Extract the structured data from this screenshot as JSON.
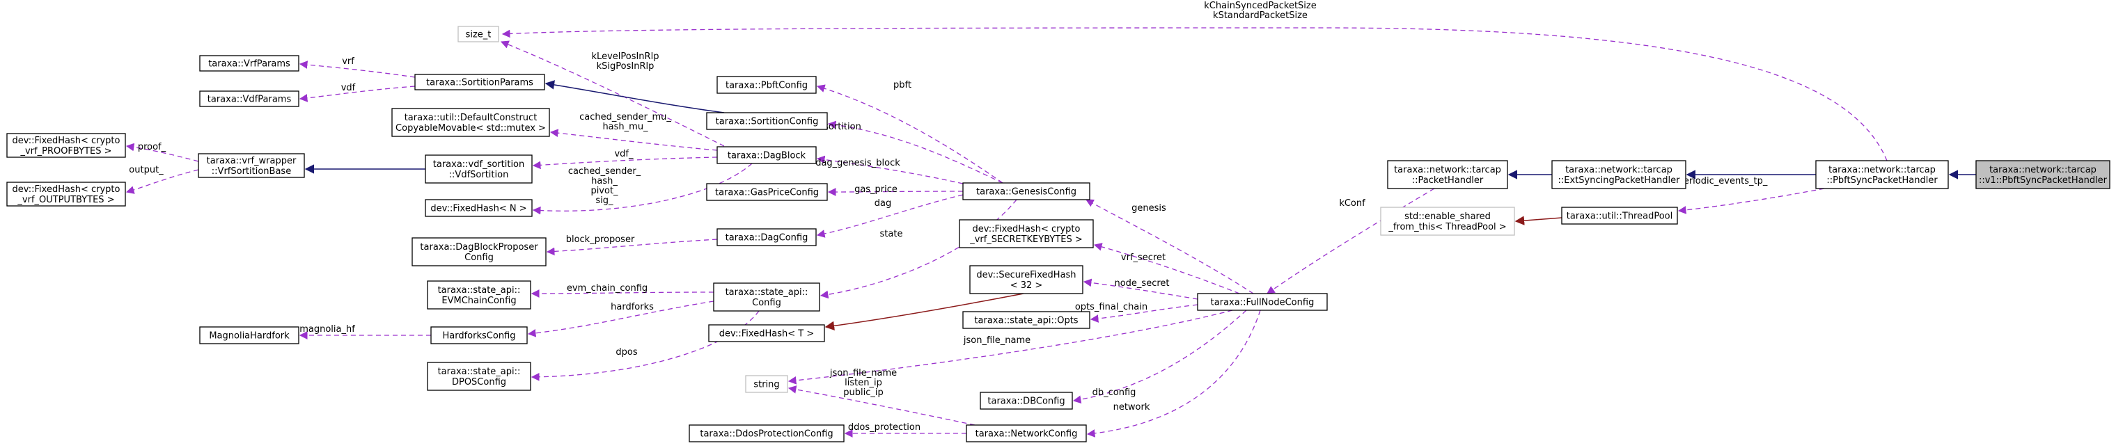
{
  "nodes": [
    {
      "id": "size_t",
      "lines": [
        "size_t"
      ],
      "external": true
    },
    {
      "id": "VrfParams",
      "lines": [
        "taraxa::VrfParams"
      ]
    },
    {
      "id": "VdfParams",
      "lines": [
        "taraxa::VdfParams"
      ]
    },
    {
      "id": "SortitionParams",
      "lines": [
        "taraxa::SortitionParams"
      ]
    },
    {
      "id": "FixedHashProof",
      "lines": [
        "dev::FixedHash< crypto",
        "_vrf_PROOFBYTES >"
      ]
    },
    {
      "id": "FixedHashOutput",
      "lines": [
        "dev::FixedHash< crypto",
        "_vrf_OUTPUTBYTES >"
      ]
    },
    {
      "id": "VrfSortitionBase",
      "lines": [
        "taraxa::vrf_wrapper",
        "::VrfSortitionBase"
      ]
    },
    {
      "id": "DefaultConstruct",
      "lines": [
        "taraxa::util::DefaultConstruct",
        "CopyableMovable< std::mutex >"
      ]
    },
    {
      "id": "VdfSortition",
      "lines": [
        "taraxa::vdf_sortition",
        "::VdfSortition"
      ]
    },
    {
      "id": "FixedHashN",
      "lines": [
        "dev::FixedHash< N >"
      ]
    },
    {
      "id": "DagBlockProposerConfig",
      "lines": [
        "taraxa::DagBlockProposer",
        "Config"
      ]
    },
    {
      "id": "EVMChainConfig",
      "lines": [
        "taraxa::state_api::",
        "EVMChainConfig"
      ]
    },
    {
      "id": "MagnoliaHardfork",
      "lines": [
        "MagnoliaHardfork"
      ]
    },
    {
      "id": "HardforksConfig",
      "lines": [
        "HardforksConfig"
      ]
    },
    {
      "id": "DPOSConfig",
      "lines": [
        "taraxa::state_api::",
        "DPOSConfig"
      ]
    },
    {
      "id": "PbftConfig",
      "lines": [
        "taraxa::PbftConfig"
      ]
    },
    {
      "id": "SortitionConfig",
      "lines": [
        "taraxa::SortitionConfig"
      ]
    },
    {
      "id": "DagBlock",
      "lines": [
        "taraxa::DagBlock"
      ]
    },
    {
      "id": "GasPriceConfig",
      "lines": [
        "taraxa::GasPriceConfig"
      ]
    },
    {
      "id": "DagConfig",
      "lines": [
        "taraxa::DagConfig"
      ]
    },
    {
      "id": "StateApiConfig",
      "lines": [
        "taraxa::state_api::",
        "Config"
      ]
    },
    {
      "id": "GenesisConfig",
      "lines": [
        "taraxa::GenesisConfig"
      ]
    },
    {
      "id": "FixedHashSecretKey",
      "lines": [
        "dev::FixedHash< crypto",
        "_vrf_SECRETKEYBYTES >"
      ]
    },
    {
      "id": "SecureFixedHash",
      "lines": [
        "dev::SecureFixedHash",
        "< 32 >"
      ]
    },
    {
      "id": "FixedHashT",
      "lines": [
        "dev::FixedHash< T >"
      ]
    },
    {
      "id": "Opts",
      "lines": [
        "taraxa::state_api::Opts"
      ]
    },
    {
      "id": "string",
      "lines": [
        "string"
      ],
      "external": true
    },
    {
      "id": "DBConfig",
      "lines": [
        "taraxa::DBConfig"
      ]
    },
    {
      "id": "DdosProtectionConfig",
      "lines": [
        "taraxa::DdosProtectionConfig"
      ]
    },
    {
      "id": "NetworkConfig",
      "lines": [
        "taraxa::NetworkConfig"
      ]
    },
    {
      "id": "FullNodeConfig",
      "lines": [
        "taraxa::FullNodeConfig"
      ]
    },
    {
      "id": "PacketHandler",
      "lines": [
        "taraxa::network::tarcap",
        "::PacketHandler"
      ]
    },
    {
      "id": "ExtSyncingPacketHandler",
      "lines": [
        "taraxa::network::tarcap",
        "::ExtSyncingPacketHandler"
      ]
    },
    {
      "id": "EnableShared",
      "lines": [
        "std::enable_shared",
        "_from_this< ThreadPool >"
      ],
      "external": true
    },
    {
      "id": "ThreadPool",
      "lines": [
        "taraxa::util::ThreadPool"
      ]
    },
    {
      "id": "PbftSyncPacketHandler",
      "lines": [
        "taraxa::network::tarcap",
        "::PbftSyncPacketHandler"
      ]
    },
    {
      "id": "V1PbftSyncPacketHandler",
      "lines": [
        "taraxa::network::tarcap",
        "::v1::PbftSyncPacketHandler"
      ],
      "highlighted": true
    }
  ],
  "edges": [
    {
      "id": "e-kchain",
      "type": "use",
      "label": [
        "kChainSyncedPacketSize",
        "kStandardPacketSize"
      ]
    },
    {
      "id": "e-klevel",
      "type": "use",
      "label": [
        "kLevelPosInRlp",
        "kSigPosInRlp"
      ]
    },
    {
      "id": "e-vrf",
      "type": "use",
      "label": [
        "vrf"
      ]
    },
    {
      "id": "e-vdf-params",
      "type": "use",
      "label": [
        "vdf"
      ]
    },
    {
      "id": "e-proof",
      "type": "use",
      "label": [
        "proof_"
      ]
    },
    {
      "id": "e-output",
      "type": "use",
      "label": [
        "output_"
      ]
    },
    {
      "id": "e-inh-sortparams",
      "type": "inheritance",
      "label": []
    },
    {
      "id": "e-inh-vrfbase",
      "type": "inheritance",
      "label": []
    },
    {
      "id": "e-mutex",
      "type": "use",
      "label": [
        "cached_sender_mu_",
        "hash_mu_"
      ]
    },
    {
      "id": "e-vdf-block",
      "type": "use",
      "label": [
        "vdf_"
      ]
    },
    {
      "id": "e-cached",
      "type": "use",
      "label": [
        "cached_sender_",
        "hash_",
        "pivot_",
        "sig_"
      ]
    },
    {
      "id": "e-pbft",
      "type": "use",
      "label": [
        "pbft"
      ]
    },
    {
      "id": "e-sortition",
      "type": "use",
      "label": [
        "sortition"
      ]
    },
    {
      "id": "e-dag-genesis",
      "type": "use",
      "label": [
        "dag_genesis_block"
      ]
    },
    {
      "id": "e-gas",
      "type": "use",
      "label": [
        "gas_price"
      ]
    },
    {
      "id": "e-dag",
      "type": "use",
      "label": [
        "dag"
      ]
    },
    {
      "id": "e-state",
      "type": "use",
      "label": [
        "state"
      ]
    },
    {
      "id": "e-block-proposer",
      "type": "use",
      "label": [
        "block_proposer"
      ]
    },
    {
      "id": "e-evm",
      "type": "use",
      "label": [
        "evm_chain_config"
      ]
    },
    {
      "id": "e-hardforks",
      "type": "use",
      "label": [
        "hardforks"
      ]
    },
    {
      "id": "e-magnolia",
      "type": "use",
      "label": [
        "magnolia_hf"
      ]
    },
    {
      "id": "e-dpos",
      "type": "use",
      "label": [
        "dpos"
      ]
    },
    {
      "id": "e-genesis",
      "type": "use",
      "label": [
        "genesis"
      ]
    },
    {
      "id": "e-vrf-secret",
      "type": "use",
      "label": [
        "vrf_secret"
      ]
    },
    {
      "id": "e-node-secret",
      "type": "use",
      "label": [
        "node_secret"
      ]
    },
    {
      "id": "e-tpl-fixedhash",
      "type": "template",
      "label": []
    },
    {
      "id": "e-opts",
      "type": "use",
      "label": [
        "opts_final_chain"
      ]
    },
    {
      "id": "e-json",
      "type": "use",
      "label": [
        "json_file_name"
      ]
    },
    {
      "id": "e-db",
      "type": "use",
      "label": [
        "db_config"
      ]
    },
    {
      "id": "e-network",
      "type": "use",
      "label": [
        "network"
      ]
    },
    {
      "id": "e-netstrings",
      "type": "use",
      "label": [
        "json_file_name",
        "listen_ip",
        "public_ip"
      ]
    },
    {
      "id": "e-ddos",
      "type": "use",
      "label": [
        "ddos_protection"
      ]
    },
    {
      "id": "e-kconf",
      "type": "use",
      "label": [
        "kConf"
      ]
    },
    {
      "id": "e-inh-packet",
      "type": "inheritance",
      "label": []
    },
    {
      "id": "e-inh-extsync",
      "type": "inheritance",
      "label": []
    },
    {
      "id": "e-inh-pbftsync",
      "type": "inheritance",
      "label": []
    },
    {
      "id": "e-periodic",
      "type": "use",
      "label": [
        "periodic_events_tp_"
      ]
    },
    {
      "id": "e-tpl-threadpool",
      "type": "template",
      "label": []
    }
  ],
  "colors": {
    "use_edge": "#9a32cd",
    "inheritance_edge": "#191970",
    "template_edge": "#8b1a1a",
    "node_border": "#000000",
    "external_node_border": "#bfbfbf",
    "highlight_fill": "#bfbfbf"
  }
}
